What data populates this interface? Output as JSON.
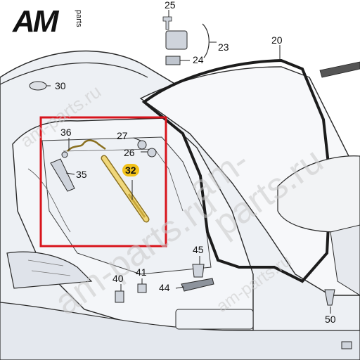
{
  "logo": {
    "main": "AM",
    "sub": "parts"
  },
  "watermarks": [
    "am-parts.ru",
    "am-parts.ru",
    "am-parts.ru",
    "am-parts.ru"
  ],
  "callouts": {
    "n20": "20",
    "n23": "23",
    "n24": "24",
    "n25": "25",
    "n26": "26",
    "n27": "27",
    "n30": "30",
    "n32": "32",
    "n35": "35",
    "n36": "36",
    "n40": "40",
    "n41": "41",
    "n44": "44",
    "n45": "45",
    "n50": "50"
  },
  "colors": {
    "outline": "#2a2a2a",
    "body_fill": "#e9edf2",
    "highlight_box": "#d8141c",
    "highlight_label": "#f2c21a",
    "strut": "#f0d77a"
  }
}
